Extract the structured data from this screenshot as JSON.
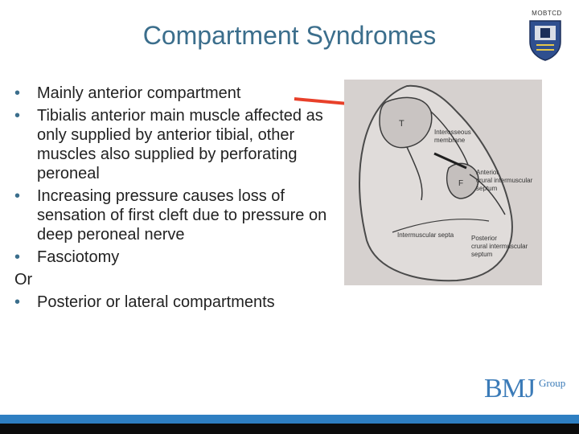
{
  "slide": {
    "title": "Compartment Syndromes",
    "crest_label": "MOBTCD",
    "bullets": [
      {
        "marker": "•",
        "text": "Mainly anterior compartment"
      },
      {
        "marker": "•",
        "text": "Tibialis anterior main muscle affected as only supplied by anterior tibial, other muscles also supplied by perforating peroneal"
      },
      {
        "marker": "•",
        "text": "Increasing pressure causes loss of sensation of first cleft due to pressure on deep peroneal nerve"
      },
      {
        "marker": "•",
        "text": "Fasciotomy"
      },
      {
        "marker": "",
        "text": "Or"
      },
      {
        "marker": "•",
        "text": "Posterior or lateral compartments"
      }
    ],
    "diagram": {
      "labels": {
        "interosseous": [
          "Interosseous",
          "membrane"
        ],
        "anterior_septum": [
          "Anterior",
          "crural intermuscular",
          "septum"
        ],
        "intermuscular": "Intermuscular septa",
        "posterior_septum": [
          "Posterior",
          "crural intermuscular",
          "septum"
        ]
      }
    },
    "logo": {
      "main": "BMJ",
      "sub": "Group"
    },
    "colors": {
      "title": "#3b6e8c",
      "bar_blue": "#2e7fc2",
      "bar_dark": "#0b0b0b",
      "arrow": "#e8402a",
      "logo": "#3b7bb8"
    }
  }
}
